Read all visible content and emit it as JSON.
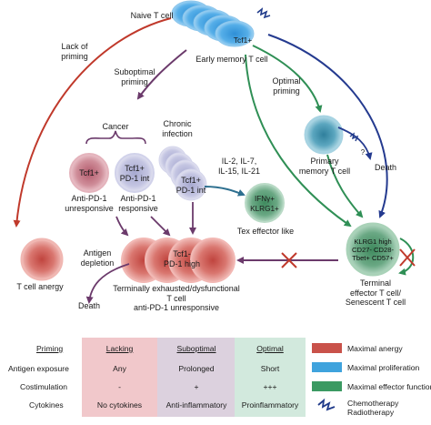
{
  "labels": {
    "naive": "Naive T cell",
    "early_memory": "Early memory T cell",
    "tcf1_plus": "Tcf1+",
    "lack_of_priming": [
      "Lack of",
      "priming"
    ],
    "suboptimal_priming": [
      "Suboptimal",
      "priming"
    ],
    "optimal_priming": [
      "Optimal",
      "priming"
    ],
    "cancer": "Cancer",
    "chronic_infection": [
      "Chronic",
      "infection"
    ],
    "cancer_cell1": "Tcf1+",
    "cancer_cell2": [
      "Tcf1+",
      "PD-1 int"
    ],
    "anti_unresponsive": [
      "Anti-PD-1",
      "unresponsive"
    ],
    "anti_responsive": [
      "Anti-PD-1",
      "responsive"
    ],
    "chronic_cell": [
      "Tcf1+",
      "PD-1 int"
    ],
    "cytokines_il": [
      "IL-2, IL-7,",
      "IL-15, IL-21"
    ],
    "effector_cell": [
      "IFNγ+",
      "KLRG1+"
    ],
    "tex_effector": "Tex effector like",
    "primary_memory": [
      "Primary",
      "memory T cell"
    ],
    "question": "?",
    "death_right": "Death",
    "terminal_cell_text": [
      "KLRG1 high",
      "CD27- CD28-",
      "Tbet+ CD57+"
    ],
    "terminal_effector": [
      "Terminal",
      "effector T cell/",
      "Senescent T cell"
    ],
    "exhausted_cell": [
      "Tcf1-",
      "PD-1 high"
    ],
    "terminally_exhausted": [
      "Terminally exhausted/dysfunctional",
      "T cell",
      "anti-PD-1 unresponsive"
    ],
    "antigen_depletion": [
      "Antigen",
      "depletion"
    ],
    "death_left": "Death",
    "anergy": "T cell anergy"
  },
  "table": {
    "row_headers": [
      "Priming",
      "Antigen exposure",
      "Costimulation",
      "Cytokines"
    ],
    "columns": [
      {
        "header": "Lacking",
        "values": [
          "Any",
          "-",
          "No cytokines"
        ],
        "color": "#f1c8cb"
      },
      {
        "header": "Suboptimal",
        "values": [
          "Prolonged",
          "+",
          "Anti-inflammatory"
        ],
        "color": "#dcd1de"
      },
      {
        "header": "Optimal",
        "values": [
          "Short",
          "+++",
          "Proinflammatory"
        ],
        "color": "#d2e9dd"
      }
    ]
  },
  "legend": [
    {
      "label": "Maximal anergy",
      "color": "#c9524a"
    },
    {
      "label": "Maximal proliferation",
      "color": "#3fa3dd"
    },
    {
      "label": "Maximal effector function",
      "color": "#3b9a62"
    },
    {
      "label": [
        "Chemotherapy",
        "Radiotherapy"
      ],
      "icon": "lightning-icon",
      "color": "#1f3a8a"
    }
  ],
  "colors": {
    "purple_arrow": "#6b3a6b",
    "navy_arrow": "#243a8f",
    "green_arrow": "#2f8f55",
    "red_arrow": "#c0392b",
    "teal_arrow": "#2d6f8f"
  }
}
